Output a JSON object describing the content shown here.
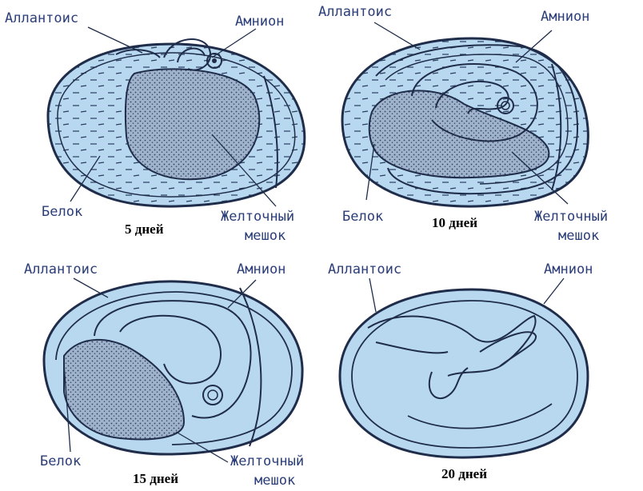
{
  "panels": [
    {
      "caption": "5 дней",
      "labels": {
        "allantois": "Аллантоис",
        "amnion": "Амнион",
        "albumen": "Белок",
        "yolk_1": "Желточный",
        "yolk_2": "мешок"
      }
    },
    {
      "caption": "10 дней",
      "labels": {
        "allantois": "Аллантоис",
        "amnion": "Амнион",
        "albumen": "Белок",
        "yolk_1": "Желточный",
        "yolk_2": "мешок"
      }
    },
    {
      "caption": "15 дней",
      "labels": {
        "allantois": "Аллантоис",
        "amnion": "Амнион",
        "albumen": "Белок",
        "yolk_1": "Желточный",
        "yolk_2": "мешок"
      }
    },
    {
      "caption": "20 дней",
      "labels": {
        "allantois": "Аллантоис",
        "amnion": "Амнион"
      }
    }
  ],
  "colors": {
    "egg_fill": "#b8d8f0",
    "outline": "#1f2d4a",
    "yolk": "#8fa0b8",
    "label": "#2a3d78"
  }
}
